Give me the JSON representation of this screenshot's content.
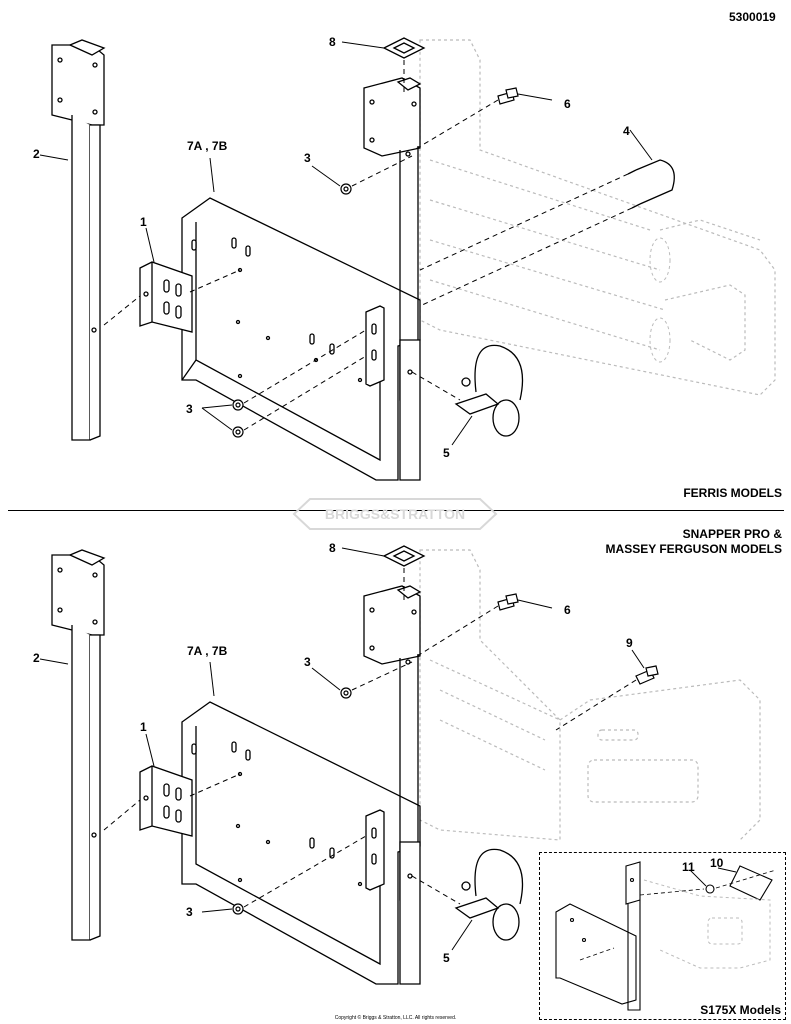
{
  "diagram": {
    "part_number": "5300019",
    "sections": [
      {
        "model_label": "FERRIS MODELS",
        "callouts": [
          "8",
          "6",
          "4",
          "2",
          "7A , 7B",
          "3",
          "1",
          "3",
          "5"
        ]
      },
      {
        "model_label_line1": "SNAPPER PRO &",
        "model_label_line2": "MASSEY FERGUSON MODELS",
        "callouts": [
          "8",
          "6",
          "9",
          "2",
          "7A , 7B",
          "3",
          "1",
          "3",
          "5",
          "11",
          "10"
        ]
      }
    ],
    "inset_label": "S175X Models",
    "watermark": "BRIGGS & STRATTON",
    "copyright": "Copyright © Briggs & Stratton, LLC. All rights reserved."
  }
}
